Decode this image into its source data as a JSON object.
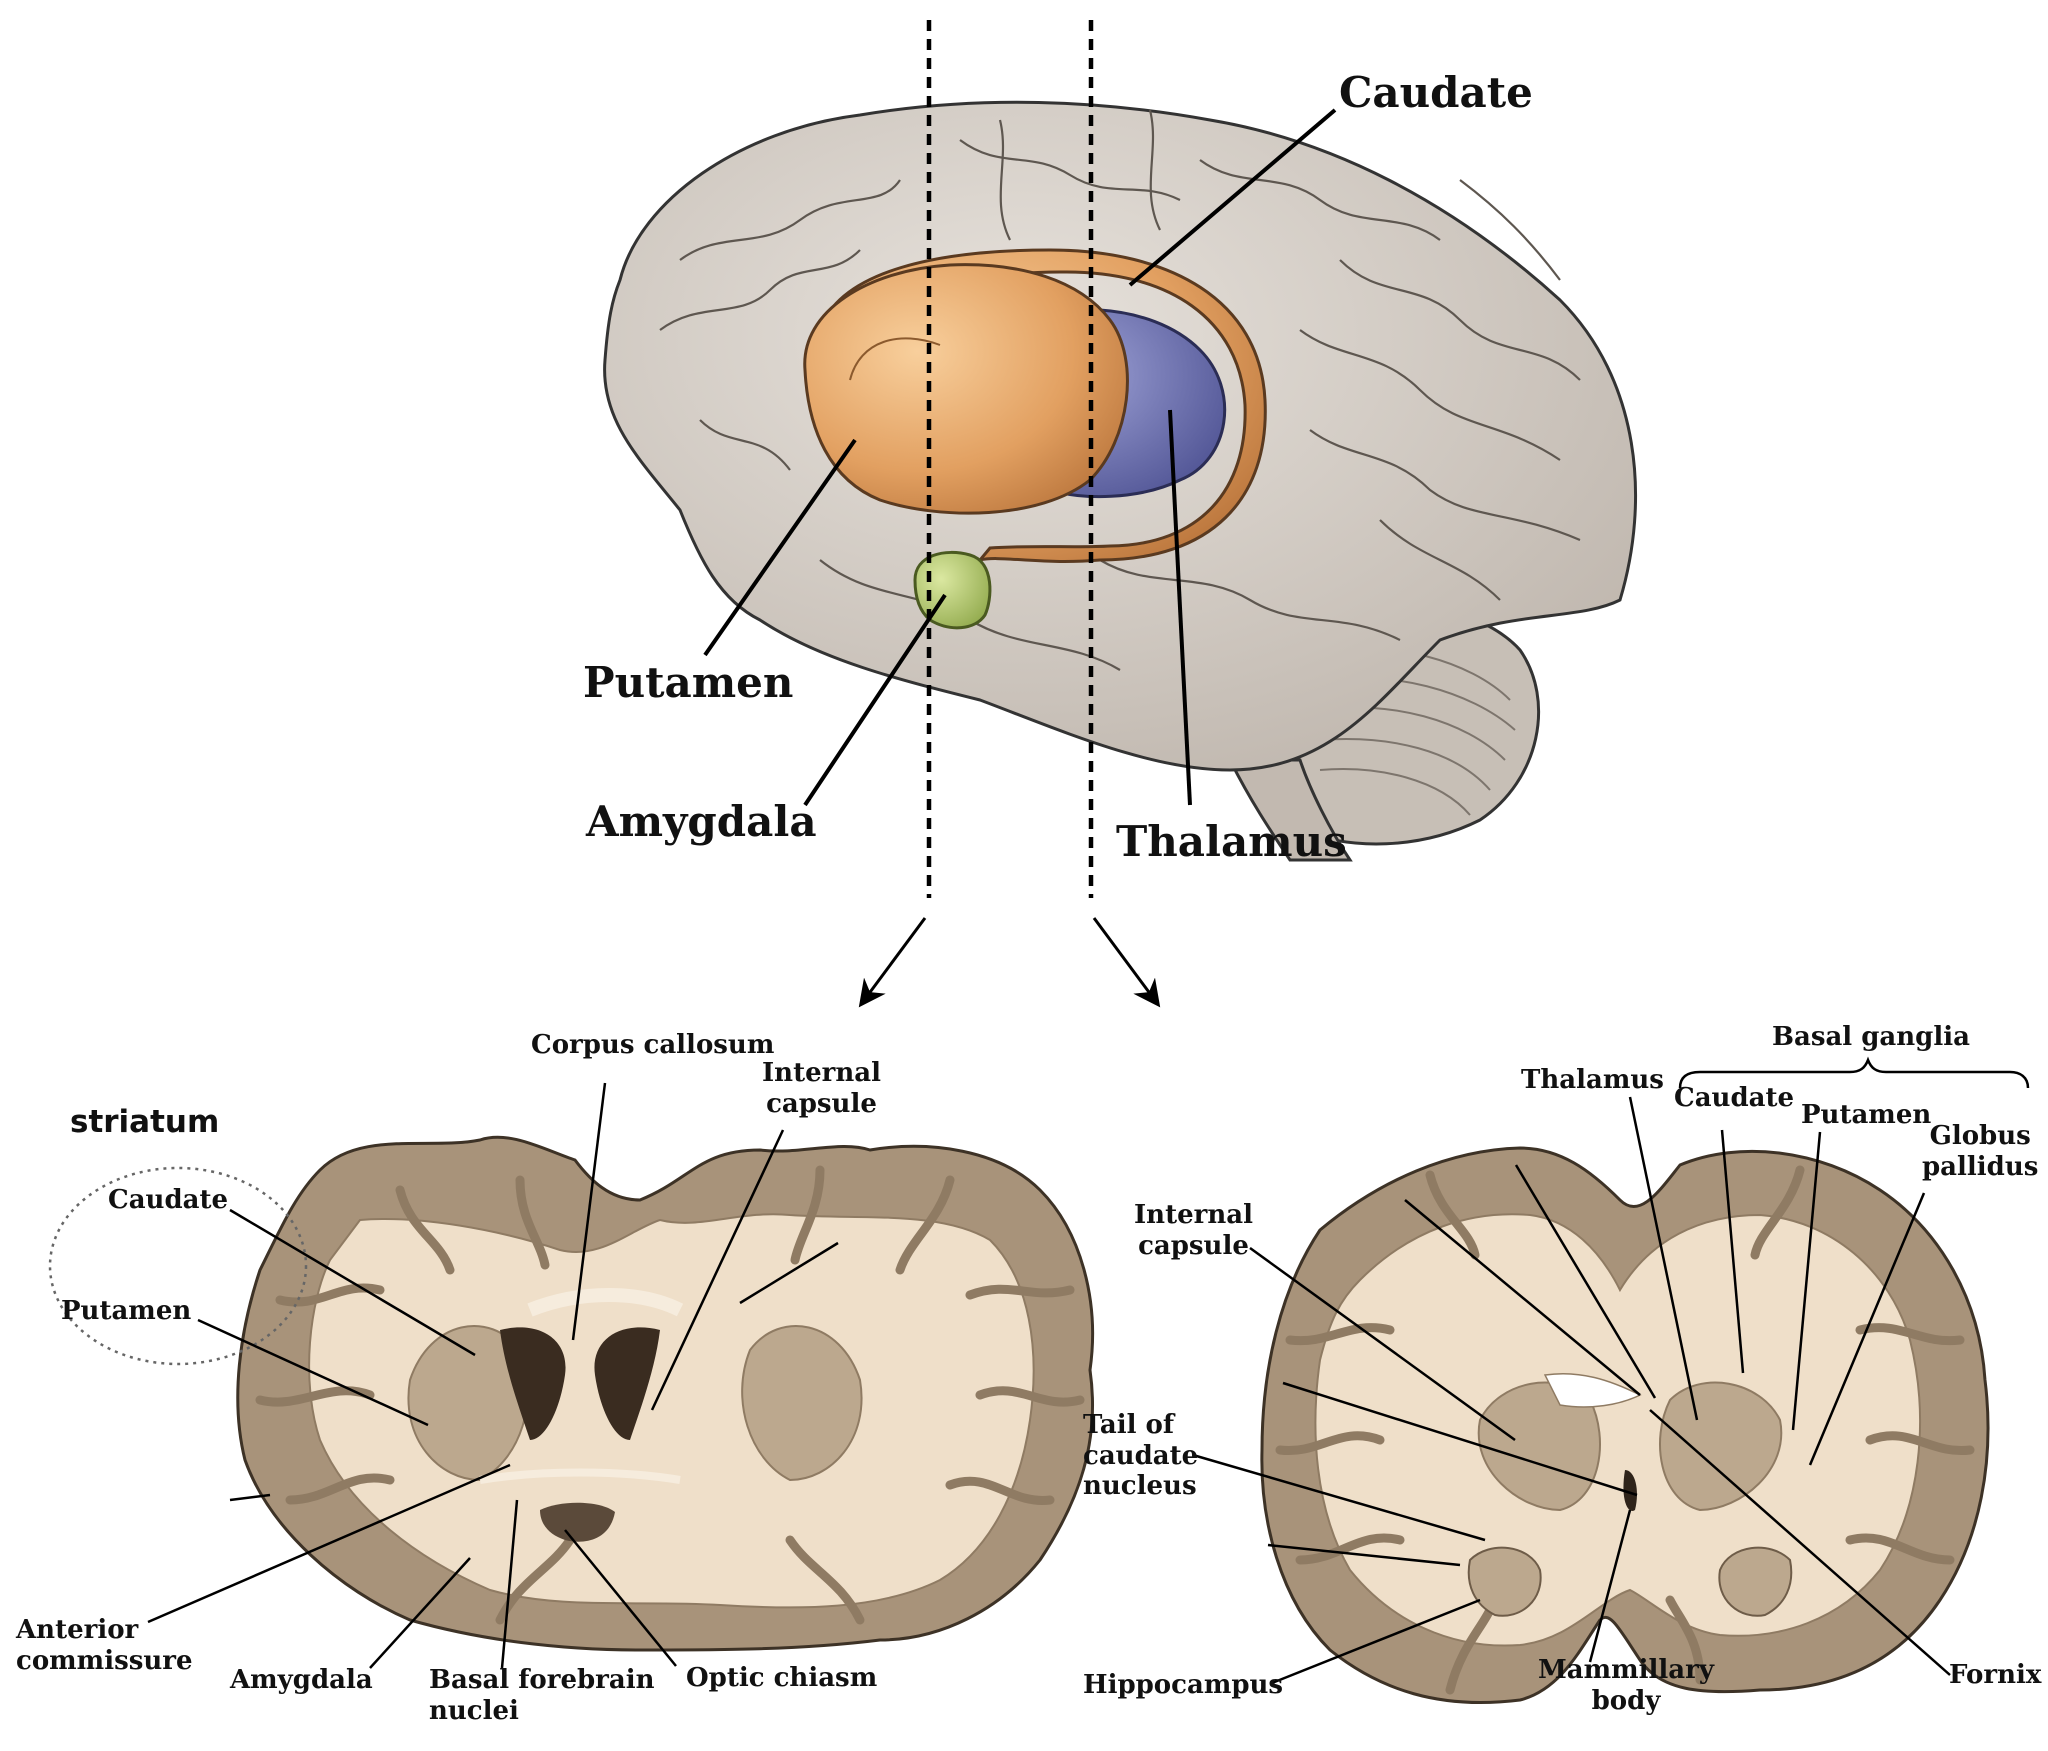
{
  "top_labels": {
    "caudate": "Caudate",
    "putamen": "Putamen",
    "amygdala": "Amygdala",
    "thalamus": "Thalamus"
  },
  "left_section": {
    "group_label": "striatum",
    "caudate": "Caudate",
    "putamen": "Putamen",
    "corpus_callosum": "Corpus callosum",
    "internal_capsule": [
      "Internal",
      "capsule"
    ],
    "anterior_commissure": [
      "Anterior",
      "commissure"
    ],
    "amygdala": "Amygdala",
    "basal_forebrain_nuclei": [
      "Basal forebrain",
      "nuclei"
    ],
    "optic_chiasm": "Optic chiasm"
  },
  "right_section": {
    "bracket_label": "Basal ganglia",
    "thalamus": "Thalamus",
    "caudate": "Caudate",
    "putamen": "Putamen",
    "globus_pallidus": [
      "Globus",
      "pallidus"
    ],
    "internal_capsule": [
      "Internal",
      "capsule"
    ],
    "tail_of_caudate": [
      "Tail of",
      "caudate",
      "nucleus"
    ],
    "hippocampus": "Hippocampus",
    "mammillary_body": [
      "Mammillary",
      "body"
    ],
    "fornix": "Fornix"
  },
  "colors": {
    "cortex": "#d4cdc5",
    "striatum": "#e2a061",
    "thalamus": "#7175b5",
    "amygdala": "#b9cd6e",
    "white_matter": "#efdfc9",
    "gray_matter": "#a8937a"
  }
}
